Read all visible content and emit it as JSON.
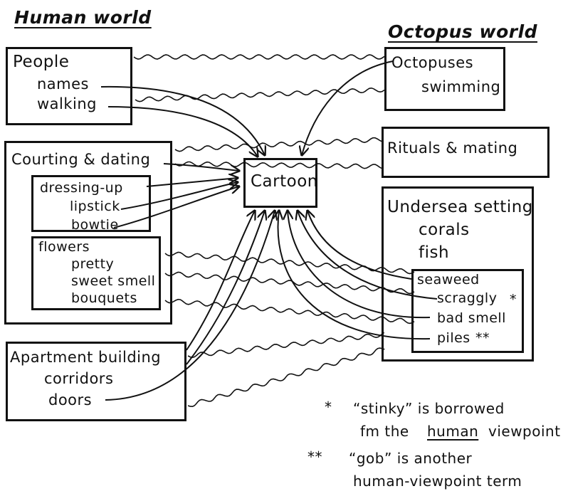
{
  "headers": {
    "human": "Human world",
    "octopus": "Octopus world"
  },
  "center": {
    "label": "Cartoon"
  },
  "human": {
    "people": {
      "title": "People",
      "items": [
        "names",
        "walking"
      ]
    },
    "courting": {
      "title": "Courting & dating",
      "dressing": [
        "dressing-up",
        "lipstick",
        "bowtie"
      ],
      "flowers": [
        "flowers",
        "pretty",
        "sweet smell",
        "bouquets"
      ]
    },
    "apartment": {
      "title": "Apartment building",
      "items": [
        "corridors",
        "doors"
      ]
    }
  },
  "octopus": {
    "octopuses": {
      "title": "Octopuses",
      "items": [
        "swimming"
      ]
    },
    "rituals": {
      "title": "Rituals & mating"
    },
    "undersea": {
      "title": "Undersea setting",
      "items": [
        "corals",
        "fish"
      ],
      "seaweed": {
        "title": "seaweed",
        "items": [
          "scraggly",
          "bad smell",
          "piles"
        ]
      },
      "marks": [
        "*",
        "**"
      ]
    }
  },
  "footnotes": {
    "note1": {
      "marker": "*",
      "lines": [
        "“stinky” is borrowed",
        "fm the",
        "human",
        "viewpoint"
      ]
    },
    "note2": {
      "marker": "**",
      "lines": [
        "“gob” is another",
        "human-viewpoint term"
      ]
    }
  },
  "colors": {
    "ink": "#111111",
    "paper": "#ffffff"
  }
}
